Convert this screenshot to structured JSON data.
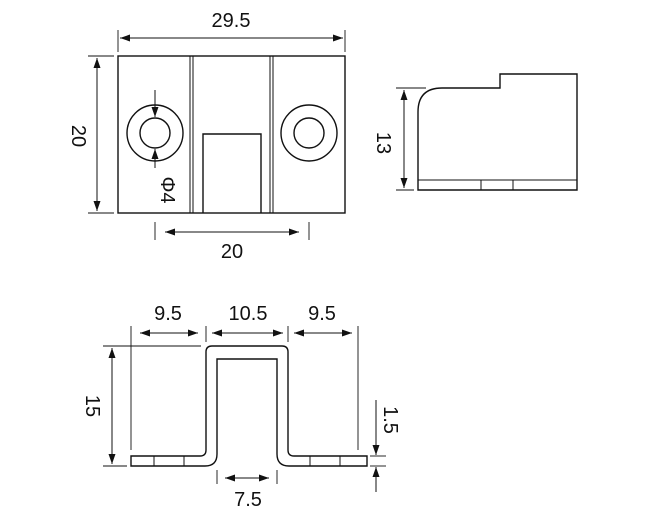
{
  "top_view": {
    "width": "29.5",
    "height": "20",
    "hole_diameter": "Φ4",
    "slot_span": "20"
  },
  "side_view": {
    "height": "13"
  },
  "front_view": {
    "left_flange": "9.5",
    "center_width": "10.5",
    "right_flange": "9.5",
    "height": "15",
    "thickness": "1.5",
    "inner_width": "7.5"
  },
  "colors": {
    "line": "#111111",
    "background": "#ffffff"
  }
}
